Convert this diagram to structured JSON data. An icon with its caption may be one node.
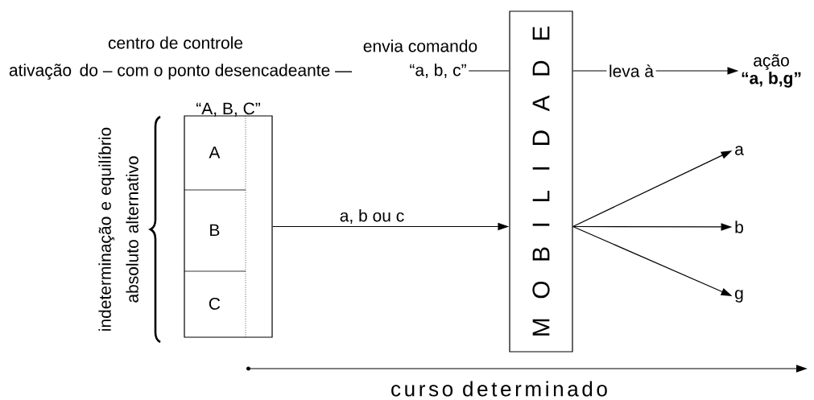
{
  "diagram": {
    "nodes": [
      {
        "text": [
          "“A, B, C”"
        ]
      },
      {
        "text": [
          "A"
        ],
        "in": 0
      },
      {
        "text": [
          "B"
        ],
        "in": 0
      },
      {
        "text": [
          "C"
        ],
        "in": 0
      },
      {
        "text": [
          "M O B I L I D A D E"
        ]
      },
      {
        "text": [
          "“a, b, c”"
        ],
        "beside": [
          "envia comando"
        ]
      },
      {
        "text": [
          "leva à"
        ]
      },
      {
        "text": [
          "ação",
          "“a, b,g”"
        ]
      },
      {
        "text": [
          "a"
        ]
      },
      {
        "text": [
          "b"
        ]
      },
      {
        "text": [
          "g"
        ]
      }
    ],
    "edges": [
      {
        "from": 0,
        "to": 4,
        "arrow": "to",
        "label": "a, b ou c"
      },
      {
        "from": 5,
        "to": 4,
        "arrow": "none"
      },
      {
        "from": 4,
        "to": 6,
        "arrow": "none"
      },
      {
        "from": 6,
        "to": 7,
        "arrow": "to"
      },
      {
        "from": 4,
        "to": 8,
        "arrow": "to"
      },
      {
        "from": 4,
        "to": 9,
        "arrow": "to"
      },
      {
        "from": 4,
        "to": 10,
        "arrow": "to"
      }
    ],
    "labels": [
      "centro de controle",
      "ativação",
      "do – com o ponto desencadeante —",
      "indeterminação e equilíbrio absoluto alternativo",
      "curso determinado"
    ]
  }
}
